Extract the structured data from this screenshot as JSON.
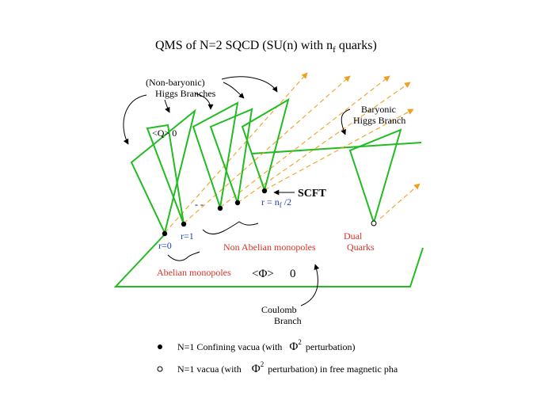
{
  "title": {
    "main": "QMS of N=2 SQCD  (SU(n) with n",
    "sub": "f",
    "tail": "  quarks)"
  },
  "labels": {
    "nonbaryonic_line1": "(Non-baryonic)",
    "nonbaryonic_line2": "Higgs Branches",
    "q_vev": "<Q>  0",
    "baryonic_line1": "Baryonic",
    "baryonic_line2": "Higgs Branch",
    "scft": "SCFT",
    "r_nf_prefix": "r = n",
    "r_nf_sub": "f",
    "r_nf_suffix": " /2",
    "r0": "r=0",
    "r1": "r=1",
    "dots": "- -",
    "non_abelian": "Non Abelian monopoles",
    "dual_line1": "Dual",
    "dual_line2": "Quarks",
    "abelian": "Abelian monopoles",
    "phi_vev": "<Φ>",
    "phi_zero": "0",
    "coulomb_line1": "Coulomb",
    "coulomb_line2": "Branch"
  },
  "legend": {
    "filled_text_a": "N=1  Confining vacua  (with",
    "filled_phi": "Φ",
    "filled_exp": "2",
    "filled_text_b": "perturbation)",
    "open_text_a": "N=1  vacua  (with",
    "open_phi": "Φ",
    "open_exp": "2",
    "open_text_b": "perturbation) in free magnetic pha"
  },
  "colors": {
    "branch": "#22bb22",
    "dashed_arrow": "#f0a020",
    "red_label": "#d8332a",
    "blue_label": "#1f3fbf"
  }
}
